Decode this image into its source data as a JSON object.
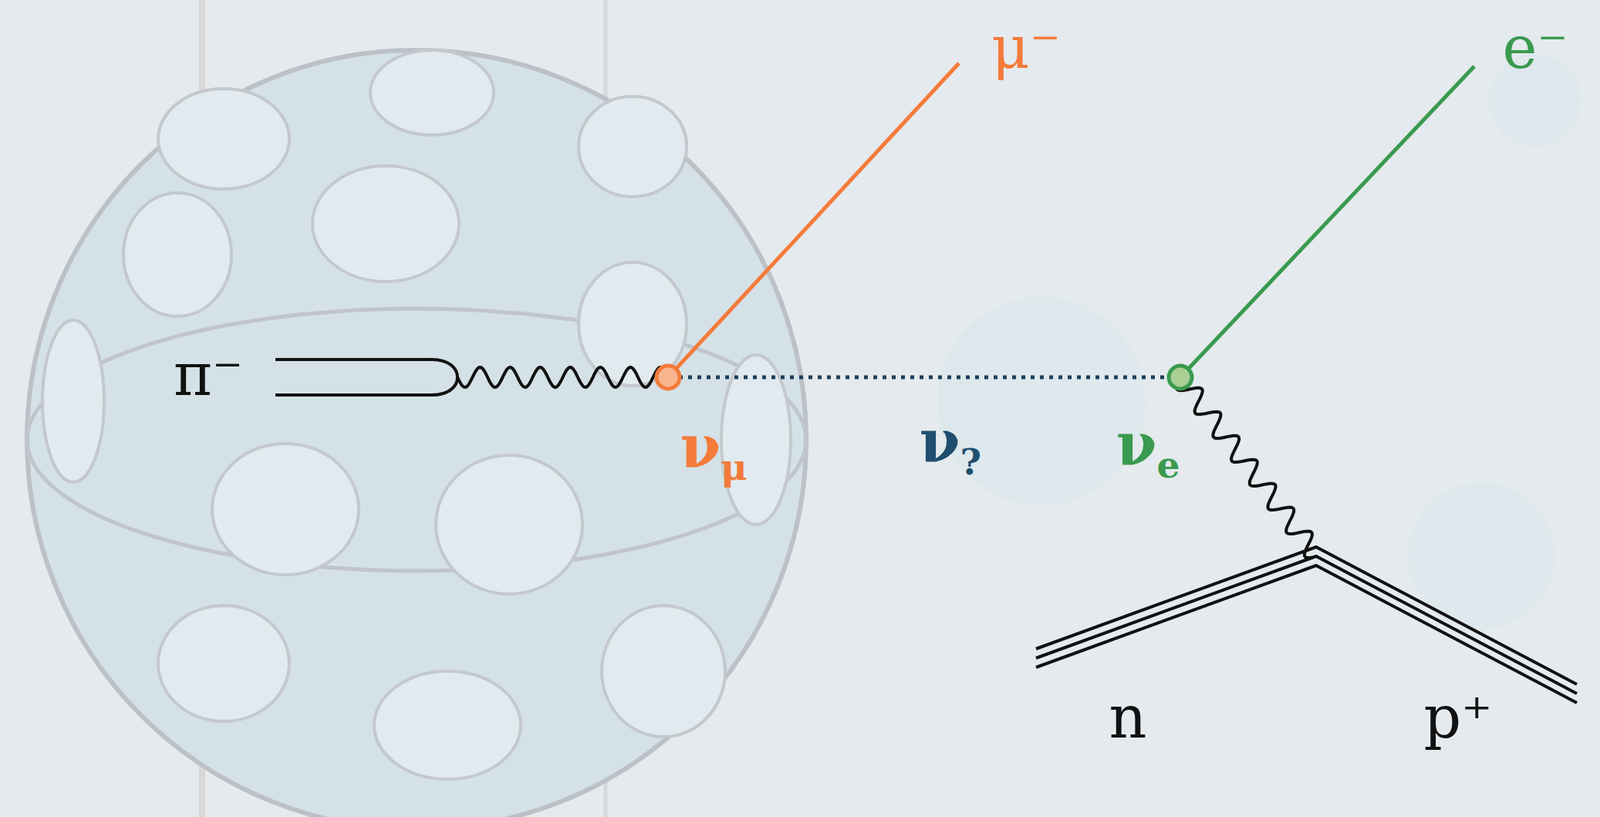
{
  "diagram": {
    "labels": [
      "π⁻",
      "μ⁻",
      "e⁻",
      "νμ",
      "ν?",
      "νe",
      "n",
      "p⁺"
    ]
  }
}
